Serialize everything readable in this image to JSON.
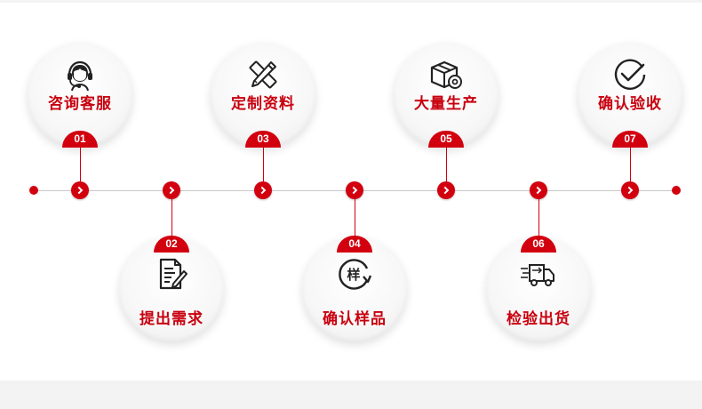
{
  "steps": [
    {
      "number": "01",
      "label": "咨询客服",
      "icon": "customer-service-headset-icon"
    },
    {
      "number": "02",
      "label": "提出需求",
      "icon": "document-edit-icon"
    },
    {
      "number": "03",
      "label": "定制资料",
      "icon": "pencil-ruler-icon"
    },
    {
      "number": "04",
      "label": "确认样品",
      "icon": "sample-refresh-icon"
    },
    {
      "number": "05",
      "label": "大量生产",
      "icon": "box-gear-icon"
    },
    {
      "number": "06",
      "label": "检验出货",
      "icon": "delivery-truck-icon"
    },
    {
      "number": "07",
      "label": "确认验收",
      "icon": "check-circle-icon"
    }
  ],
  "sample_icon_char": "样",
  "colors": {
    "accent": "#d2000f",
    "line": "#c9c9c9",
    "circle_bg": "#f7f7f7",
    "icon": "#222222"
  }
}
